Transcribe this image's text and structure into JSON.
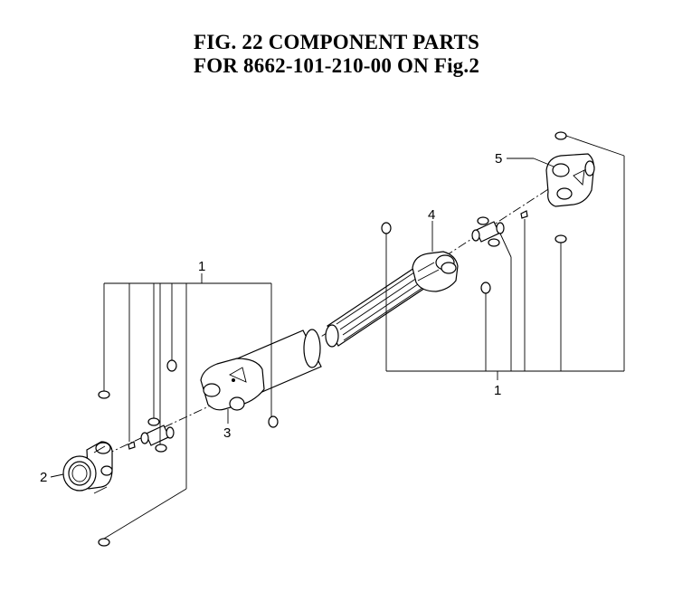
{
  "figure": {
    "title_line1": "FIG. 22  COMPONENT PARTS",
    "title_line2": "FOR 8662-101-210-00 ON Fig.2"
  },
  "callouts": {
    "c1_top": "1",
    "c1_bottom": "1",
    "c2": "2",
    "c3": "3",
    "c4": "4",
    "c5": "5"
  }
}
